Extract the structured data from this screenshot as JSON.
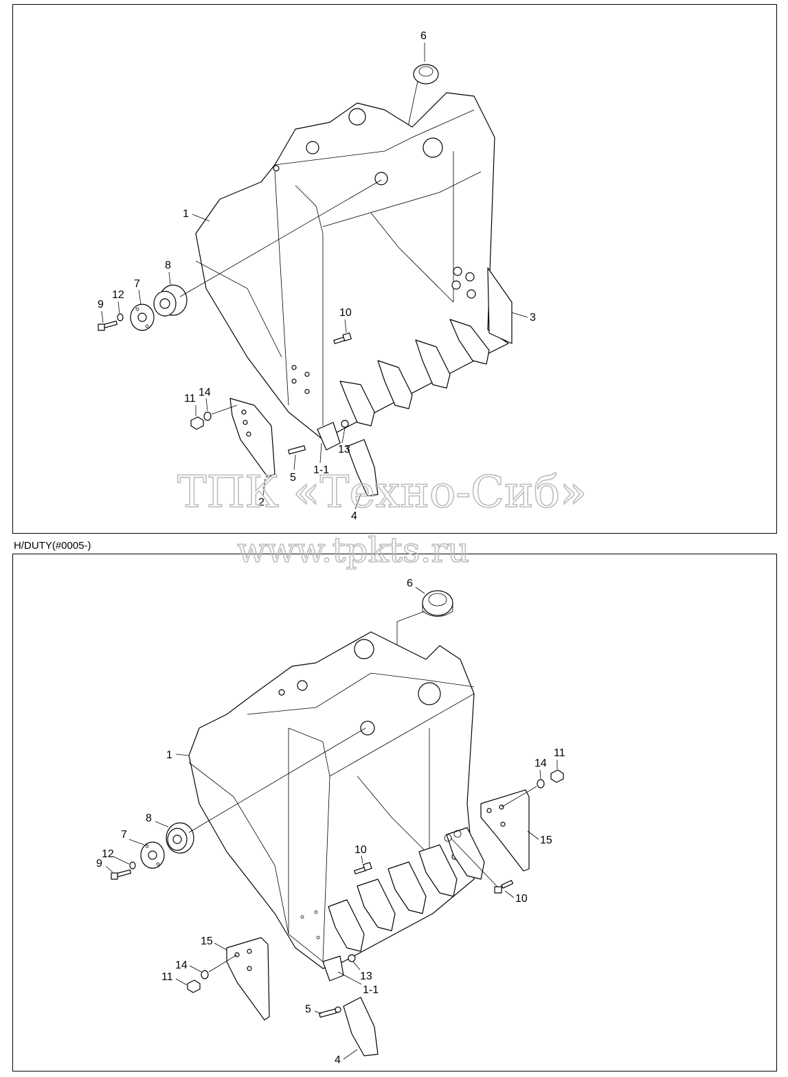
{
  "section_label": "H/DUTY(#0005-)",
  "watermark": {
    "line1": "ТПК «Техно-Сиб»",
    "line2": "www.tpkts.ru"
  },
  "top_callouts": {
    "c1": "1",
    "c1_1": "1-1",
    "c2": "2",
    "c3": "3",
    "c4": "4",
    "c5": "5",
    "c6": "6",
    "c7": "7",
    "c8": "8",
    "c9": "9",
    "c10": "10",
    "c11": "11",
    "c12": "12",
    "c13": "13",
    "c14": "14"
  },
  "bottom_callouts": {
    "c1": "1",
    "c1_1": "1-1",
    "c4": "4",
    "c5": "5",
    "c6": "6",
    "c7": "7",
    "c8": "8",
    "c9": "9",
    "c10a": "10",
    "c10b": "10",
    "c11a": "11",
    "c11b": "11",
    "c12": "12",
    "c13": "13",
    "c14a": "14",
    "c14b": "14",
    "c15a": "15",
    "c15b": "15"
  }
}
